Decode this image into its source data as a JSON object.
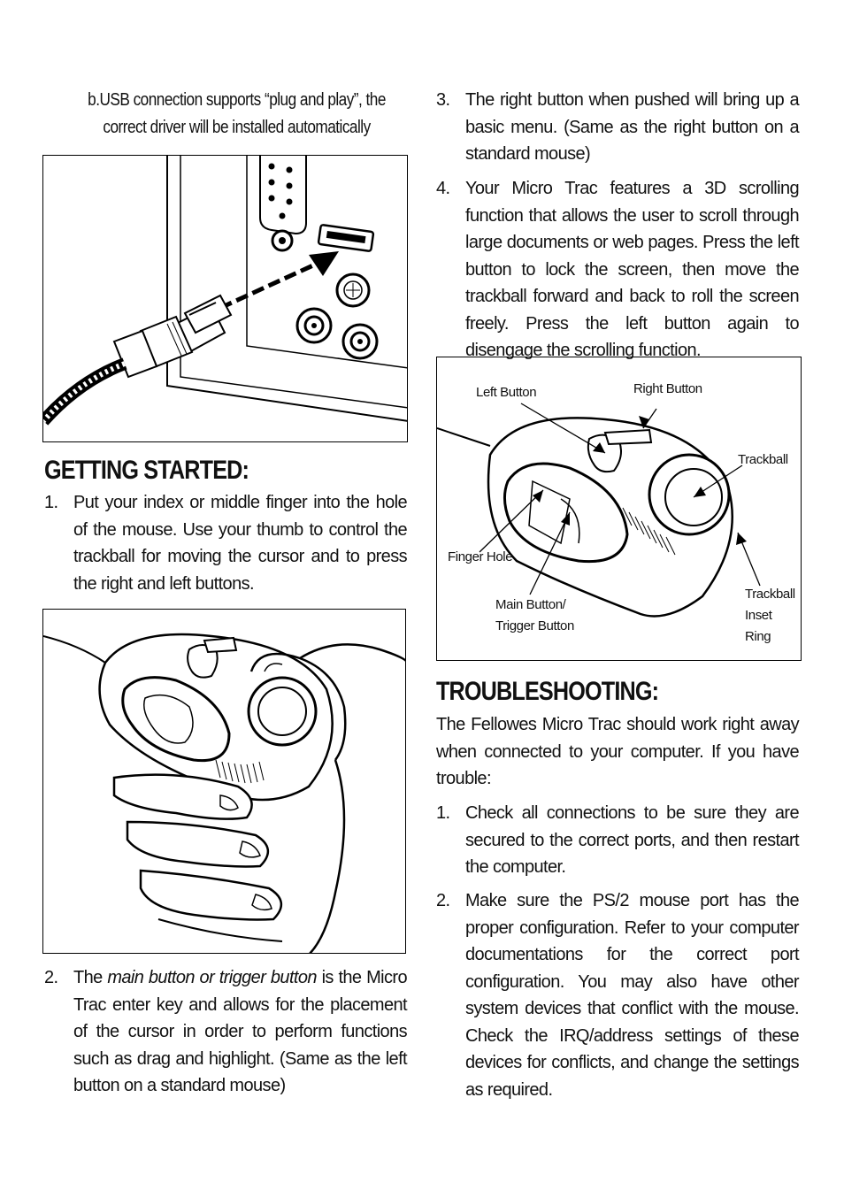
{
  "left": {
    "usb_note": "b.USB connection supports “plug and play”, the correct driver will be installed automatically",
    "getting_started_heading": "GETTING STARTED:",
    "step1_num": "1.",
    "step1_text": "Put your index or middle finger into the hole of the mouse. Use your thumb to control the trackball for moving the cursor and to press the right and left buttons.",
    "step2_num": "2.",
    "step2_prefix": "The ",
    "step2_italic": "main button or trigger button",
    "step2_suffix": " is the Micro Trac enter key and allows for the placement of the cursor in order to perform functions such as drag and highlight. (Same as the left button on a standard mouse)"
  },
  "right": {
    "step3_num": "3.",
    "step3_text": "The right button when pushed will bring up a basic menu. (Same as the right button on a standard mouse)",
    "step4_num": "4.",
    "step4_text": "Your Micro Trac features a 3D scrolling function that allows the user to scroll through large documents or web pages. Press the left button to lock the screen, then move the trackball forward and back to roll the screen freely. Press the left button again to disengage the scrolling function.",
    "diagram": {
      "left_button": "Left Button",
      "right_button": "Right Button",
      "trackball": "Trackball",
      "finger_hole": "Finger Hole",
      "main_button_1": "Main Button/",
      "main_button_2": "Trigger Button",
      "inset_1": "Trackball",
      "inset_2": "Inset",
      "inset_3": "Ring"
    },
    "troubleshooting_heading": "TROUBLESHOOTING:",
    "trouble_intro": "The Fellowes Micro Trac should work right away when connected to your computer. If you have trouble:",
    "t1_num": "1.",
    "t1_text": "Check all connections to be sure they are secured to the correct ports, and then restart the computer.",
    "t2_num": "2.",
    "t2_text": "Make sure the PS/2 mouse port has the proper configuration. Refer to your computer documentations for the correct port configuration. You may also have other system devices that conflict with the mouse. Check the IRQ/address settings of these devices for conflicts, and change the settings as required."
  }
}
